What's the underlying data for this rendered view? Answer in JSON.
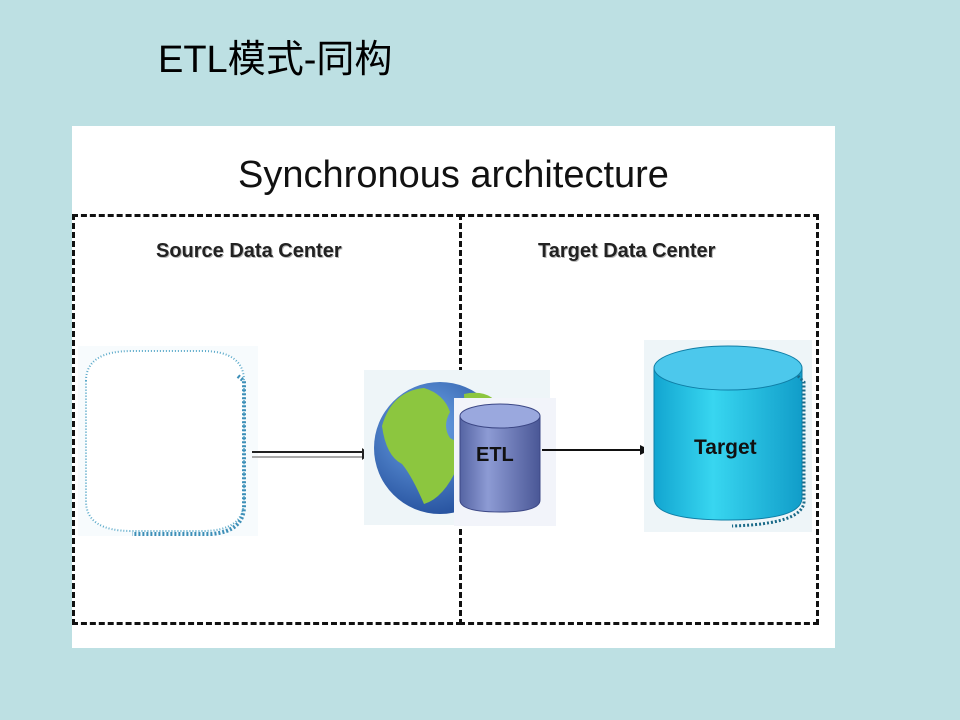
{
  "slide": {
    "title": "ETL模式-同构"
  },
  "diagram": {
    "title": "Synchronous architecture",
    "zones": {
      "source": "Source Data Center",
      "target": "Target Data Center"
    },
    "nodes": {
      "etl": "ETL",
      "target": "Target"
    },
    "icons": {
      "source_db": "database-icon",
      "globe": "globe-icon",
      "etl_db": "database-icon",
      "target_db": "database-icon"
    },
    "colors": {
      "background": "#bde0e3",
      "target_db": "#1fb8e0",
      "etl_db": "#6a7bb8",
      "globe_ocean": "#3a6fc2",
      "globe_land": "#8cc63f"
    }
  }
}
